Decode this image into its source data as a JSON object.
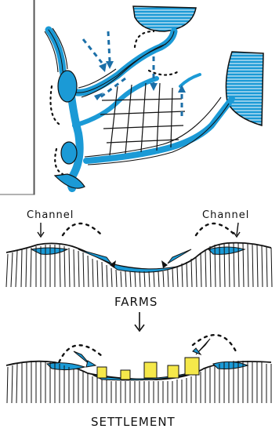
{
  "labels": {
    "channel_left": "Channel",
    "channel_right": "Channel",
    "farms": "FARMS",
    "settlement": "SETTLEMENT"
  },
  "colors": {
    "water": "#1b9ad6",
    "ink": "#111111",
    "house": "#f5e84a",
    "paper": "#ffffff"
  },
  "icons": {
    "flow_arrow": "down-arrow-icon",
    "house": "house-icon"
  }
}
